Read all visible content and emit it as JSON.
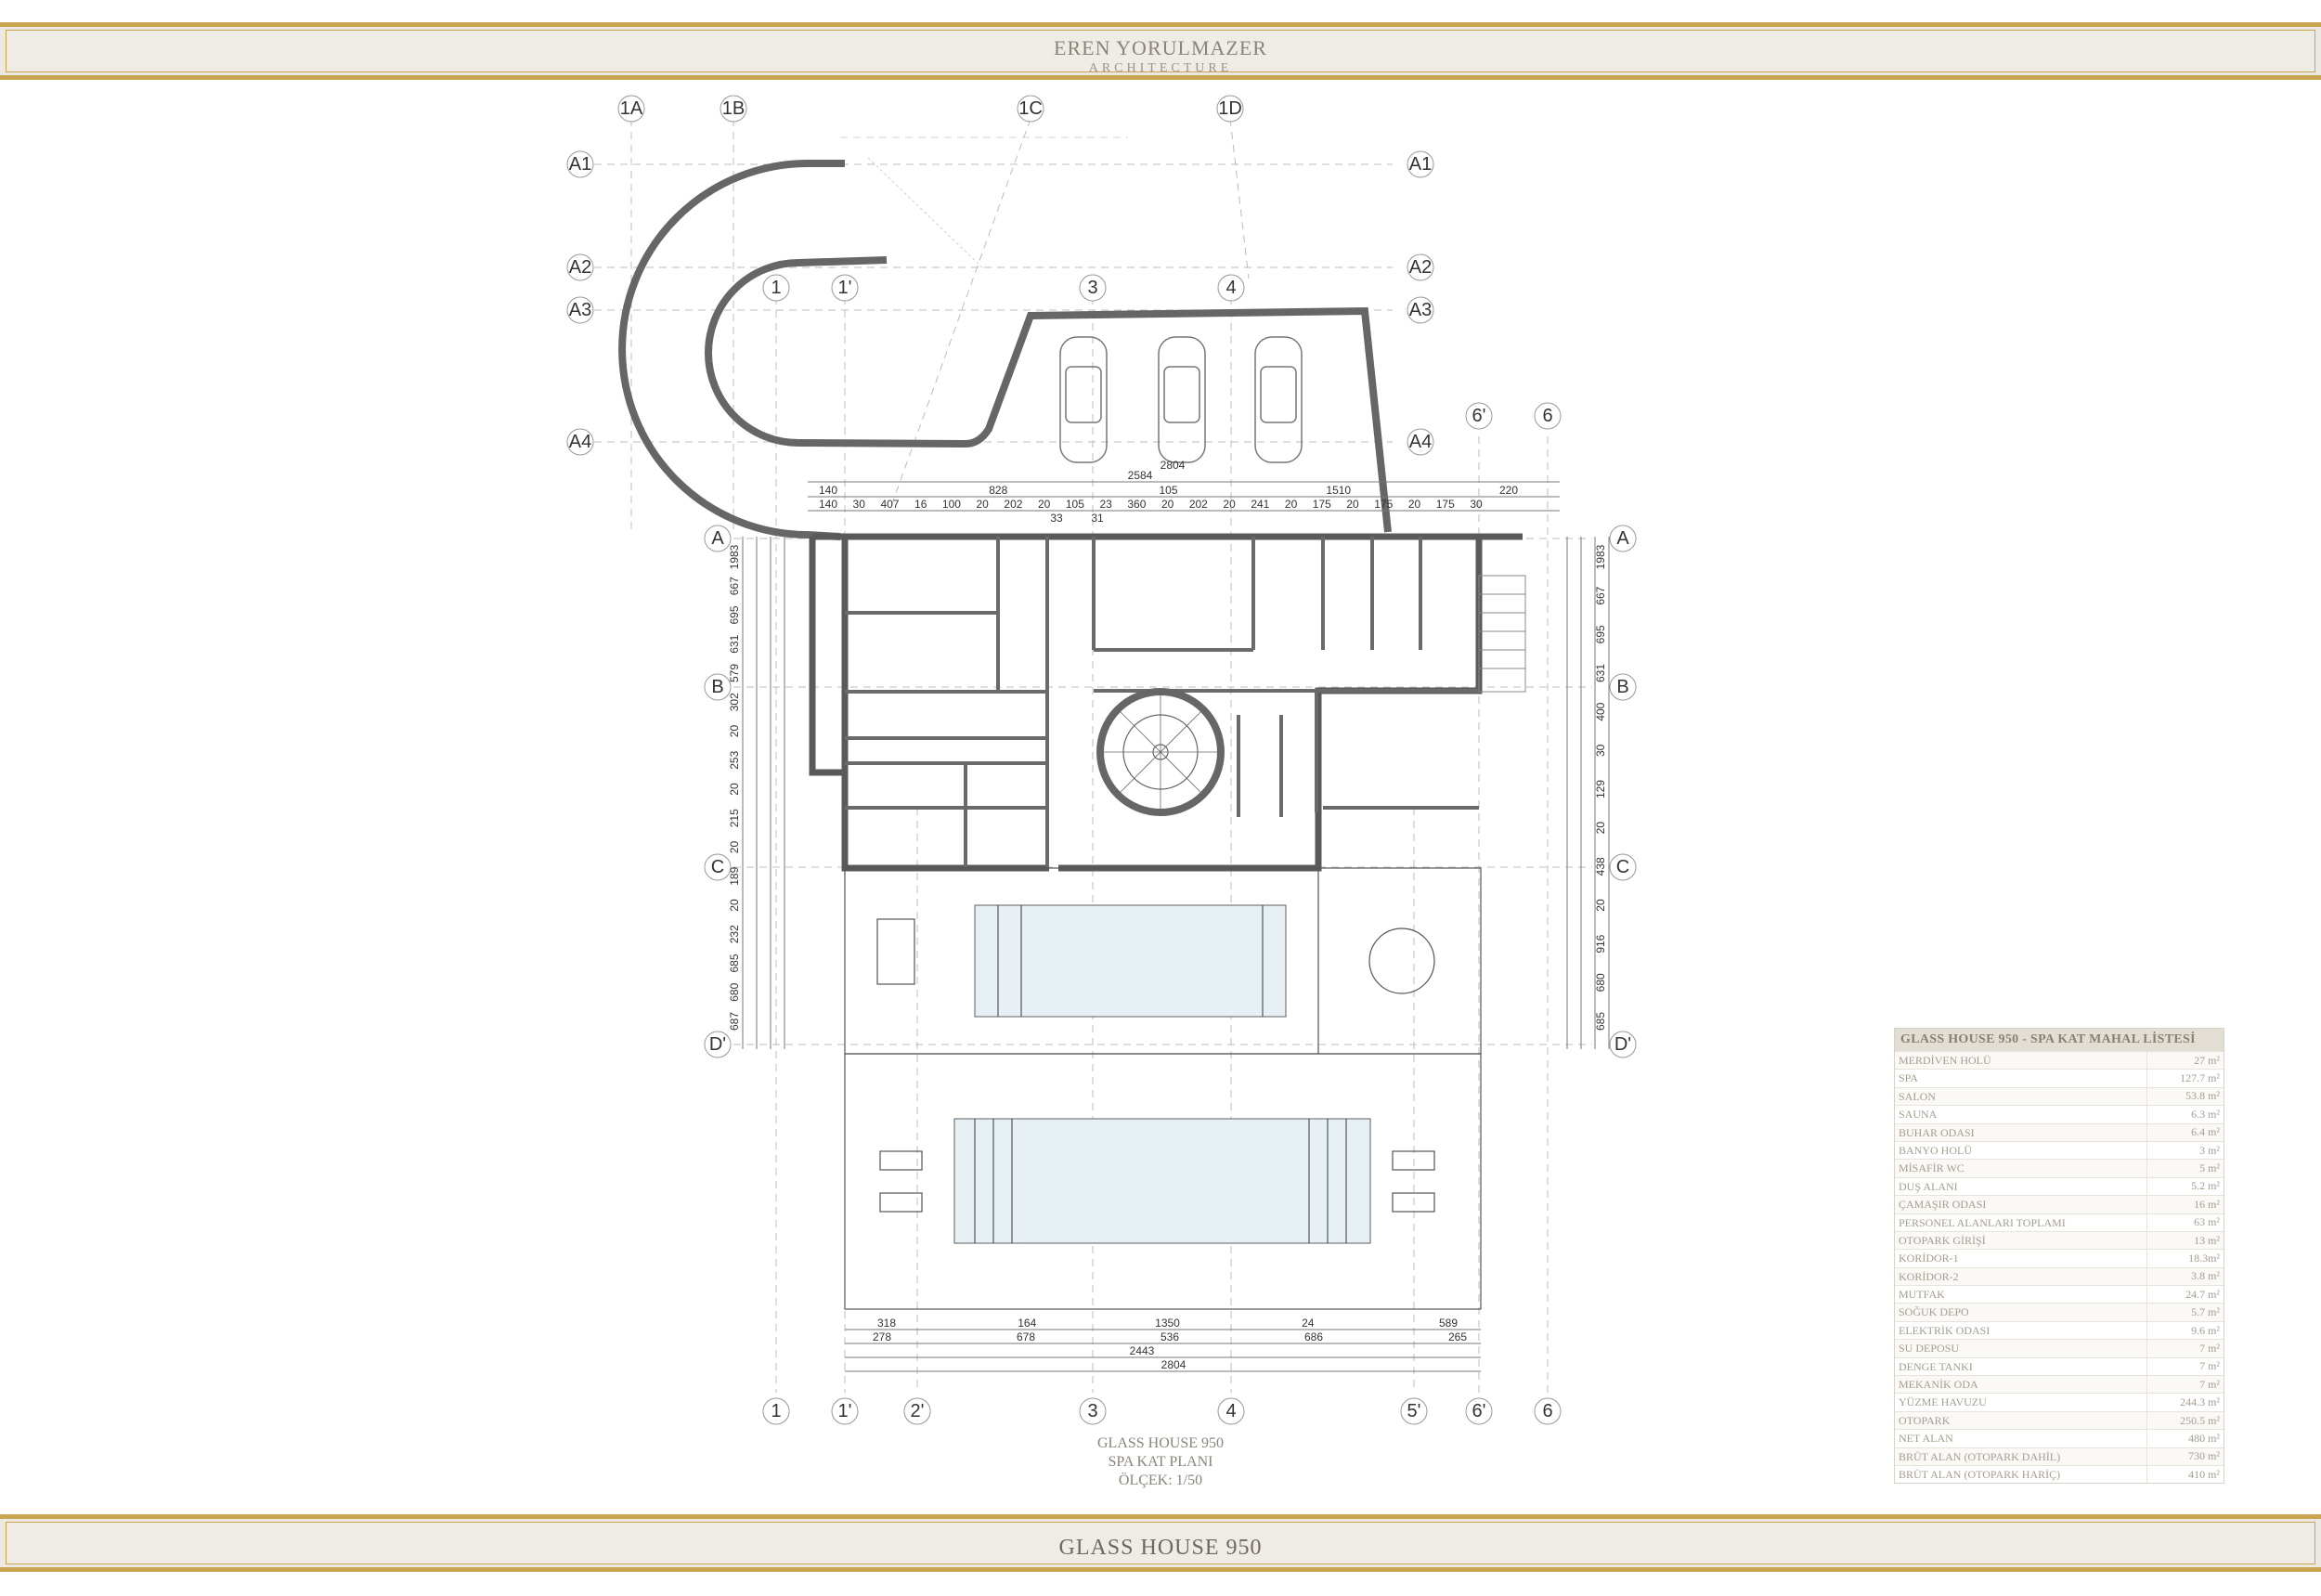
{
  "header": {
    "firm_name": "EREN YORULMAZER",
    "firm_sub": "ARCHITECTURE"
  },
  "footer": {
    "title": "GLASS HOUSE 950"
  },
  "plan": {
    "title_lines": [
      "GLASS HOUSE 950",
      "SPA  KAT PLANI",
      "ÖLÇEK: 1/50"
    ],
    "grid_top_labels": [
      "1A",
      "1B",
      "1C",
      "1D"
    ],
    "grid_left_labels": [
      "A1",
      "A2",
      "A3",
      "A4"
    ],
    "axis_row_labels": [
      "A",
      "B",
      "C",
      "D'"
    ],
    "axis_col_labels": [
      "1",
      "1'",
      "2'",
      "3",
      "4",
      "5'",
      "6'",
      "6"
    ],
    "dims_top_row1": [
      "2584"
    ],
    "dims_top_row1b": [
      "2804"
    ],
    "dims_top_row2": [
      "140",
      "828",
      "105",
      "1510",
      "220"
    ],
    "dims_top_row3": [
      "140",
      "30",
      "407",
      "16",
      "100",
      "20",
      "202",
      "20",
      "105",
      "23",
      "360",
      "20",
      "202",
      "20",
      "241",
      "20",
      "175",
      "20",
      "175",
      "20",
      "175",
      "30"
    ],
    "dims_top_row4": [
      "33",
      "31"
    ],
    "dims_bottom_row1": [
      "318",
      "164",
      "1350",
      "24",
      "589"
    ],
    "dims_bottom_row2": [
      "278",
      "678",
      "536",
      "686",
      "265"
    ],
    "dims_bottom_total1": "2443",
    "dims_bottom_total2": "2804",
    "dims_left": [
      "1983",
      "667",
      "695",
      "631",
      "579",
      "302",
      "20",
      "253",
      "20",
      "215",
      "20",
      "189",
      "20",
      "232",
      "685",
      "680",
      "687"
    ],
    "dims_right": [
      "1983",
      "667",
      "695",
      "631",
      "400",
      "30",
      "129",
      "20",
      "438",
      "20",
      "916",
      "680",
      "685"
    ]
  },
  "legend": {
    "title": "GLASS HOUSE 950 - SPA KAT MAHAL LİSTESİ",
    "rows": [
      {
        "name": "MERDİVEN HOLÜ",
        "value": "27 m²"
      },
      {
        "name": "SPA",
        "value": "127.7 m²"
      },
      {
        "name": "SALON",
        "value": "53.8 m²"
      },
      {
        "name": "SAUNA",
        "value": "6.3 m²"
      },
      {
        "name": "BUHAR ODASI",
        "value": "6.4 m²"
      },
      {
        "name": "BANYO HOLÜ",
        "value": "3 m²"
      },
      {
        "name": "MİSAFİR WC",
        "value": "5 m²"
      },
      {
        "name": "DUŞ ALANI",
        "value": "5.2 m²"
      },
      {
        "name": "ÇAMAŞIR ODASI",
        "value": "16 m²"
      },
      {
        "name": "PERSONEL ALANLARI TOPLAMI",
        "value": "63 m²"
      },
      {
        "name": "OTOPARK GİRİŞİ",
        "value": "13 m²"
      },
      {
        "name": "KORİDOR-1",
        "value": "18.3m²"
      },
      {
        "name": "KORİDOR-2",
        "value": "3.8 m²"
      },
      {
        "name": "MUTFAK",
        "value": "24.7 m²"
      },
      {
        "name": "SOĞUK DEPO",
        "value": "5.7 m²"
      },
      {
        "name": "ELEKTRİK ODASI",
        "value": "9.6 m²"
      },
      {
        "name": "SU DEPOSU",
        "value": "7 m²"
      },
      {
        "name": "DENGE TANKI",
        "value": "7 m²"
      },
      {
        "name": "MEKANİK ODA",
        "value": "7 m²"
      },
      {
        "name": "YÜZME HAVUZU",
        "value": "244.3 m²"
      },
      {
        "name": "OTOPARK",
        "value": "250.5 m²"
      },
      {
        "name": "NET ALAN",
        "value": "480 m²"
      },
      {
        "name": "BRÜT ALAN (OTOPARK DAHİL)",
        "value": "730 m²"
      },
      {
        "name": "BRÜT ALAN (OTOPARK HARİÇ)",
        "value": "410 m²"
      }
    ]
  }
}
